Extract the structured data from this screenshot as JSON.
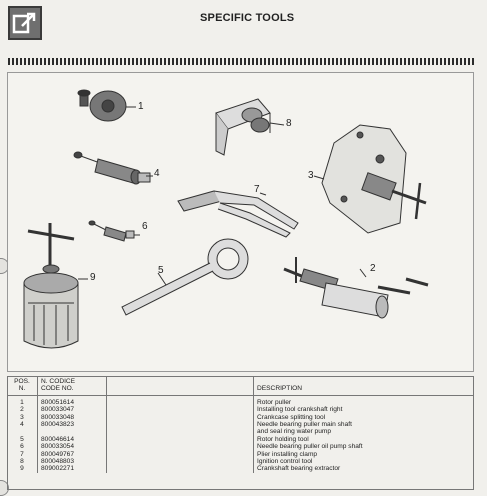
{
  "header": {
    "title": "SPECIFIC TOOLS",
    "icon": "tools-arrow-icon"
  },
  "figure": {
    "callouts": [
      "1",
      "2",
      "3",
      "4",
      "5",
      "6",
      "7",
      "8",
      "9"
    ]
  },
  "table": {
    "headers": {
      "pos": "POS.\nN.",
      "code": "N. CODICE\nCODE NO.",
      "description": "DESCRIPTION"
    },
    "rows": [
      {
        "pos": "1",
        "code": "800051614",
        "description": "Rotor puller"
      },
      {
        "pos": "2",
        "code": "800033047",
        "description": "Installing tool crankshaft right"
      },
      {
        "pos": "3",
        "code": "800033048",
        "description": "Crankcase splitting tool"
      },
      {
        "pos": "4",
        "code": "800043823",
        "description": "Needle bearing puller main shaft"
      },
      {
        "pos": "",
        "code": "",
        "description": "and seal ring water pump"
      },
      {
        "pos": "5",
        "code": "800046614",
        "description": "Rotor holding tool"
      },
      {
        "pos": "6",
        "code": "800033054",
        "description": "Needle bearing puller oil pump shaft"
      },
      {
        "pos": "7",
        "code": "800049767",
        "description": "Plier installing clamp"
      },
      {
        "pos": "8",
        "code": "800048803",
        "description": "Ignition control tool"
      },
      {
        "pos": "9",
        "code": "809002271",
        "description": "Crankshaft bearing extractor"
      }
    ]
  }
}
